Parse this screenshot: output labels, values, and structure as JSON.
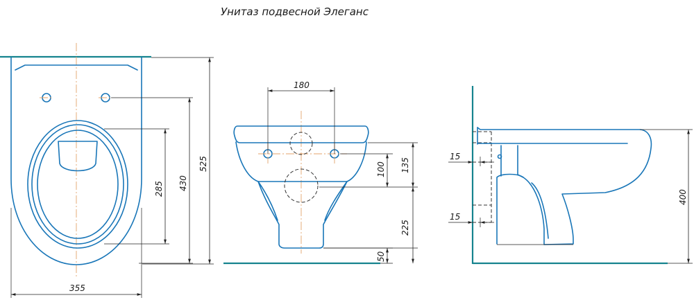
{
  "title": "Унитаз подвесной Элеганс",
  "dimensions": {
    "top_view_width": "355",
    "top_view_height_total": "525",
    "top_view_height_mount": "430",
    "top_view_height_bowl": "285",
    "front_hole_spacing": "180",
    "front_upper_offset": "135",
    "front_hole_offset": "100",
    "front_lower_height": "225",
    "front_floor_gap": "50",
    "side_upper_inset": "15",
    "side_lower_inset": "15",
    "side_height": "400"
  }
}
